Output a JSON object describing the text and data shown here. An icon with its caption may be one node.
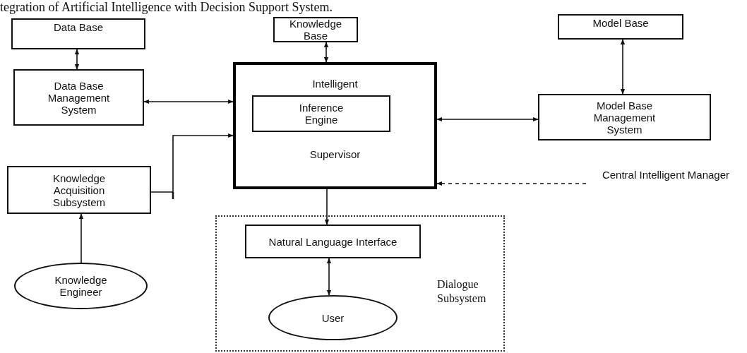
{
  "diagram": {
    "title": "tegration of Artificial Intelligence with Decision Support System.",
    "nodes": [
      {
        "text": [
          "Data Base"
        ]
      },
      {
        "text": [
          "Data Base Management System"
        ]
      },
      {
        "text": [
          "Knowledge Base"
        ]
      },
      {
        "text": [
          "Intelligent",
          "Supervisor"
        ]
      },
      {
        "text": [
          "Inference Engine"
        ],
        "in": 3
      },
      {
        "text": [
          "Model Base"
        ]
      },
      {
        "text": [
          "Model Base Management System"
        ]
      },
      {
        "text": [
          "Knowledge Acquisition Subsystem"
        ]
      },
      {
        "text": [
          "Knowledge Engineer"
        ]
      },
      {
        "text": [
          "Central Intelligent Manager"
        ]
      },
      {
        "text": [
          "Dialogue Subsystem"
        ]
      },
      {
        "text": [
          "Natural Language Interface"
        ],
        "in": 10
      },
      {
        "text": [
          "User"
        ],
        "in": 10
      }
    ],
    "edges": [
      {
        "from": 0,
        "to": 1,
        "arrow": "both"
      },
      {
        "from": 2,
        "to": 3,
        "arrow": "both"
      },
      {
        "from": 1,
        "to": 3,
        "arrow": "both"
      },
      {
        "from": 3,
        "to": 6,
        "arrow": "both"
      },
      {
        "from": 5,
        "to": 6,
        "arrow": "both"
      },
      {
        "from": 7,
        "to": 3,
        "arrow": "to"
      },
      {
        "from": 8,
        "to": 7,
        "arrow": "to"
      },
      {
        "from": 9,
        "to": 3,
        "arrow": "to",
        "style": "dashed"
      },
      {
        "from": 3,
        "to": 11,
        "arrow": "to"
      },
      {
        "from": 11,
        "to": 12,
        "arrow": "both"
      }
    ]
  }
}
